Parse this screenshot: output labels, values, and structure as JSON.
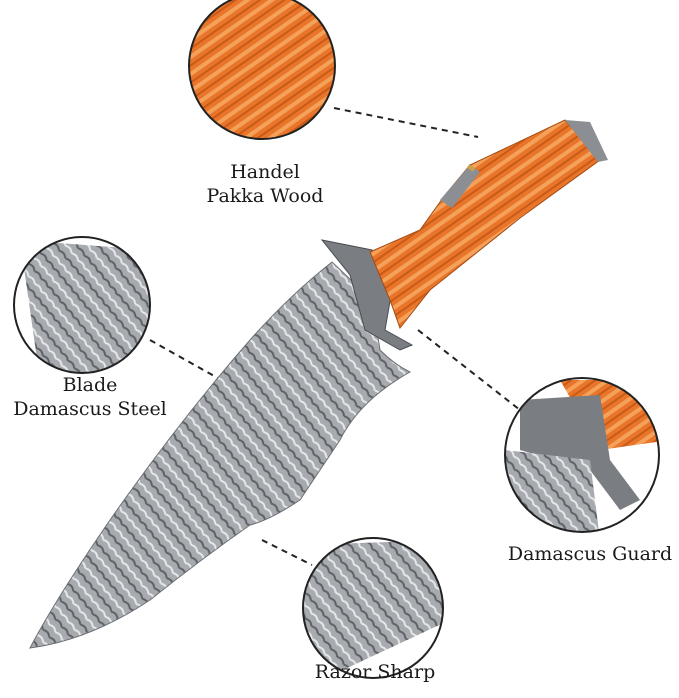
{
  "labels": {
    "handle": {
      "line1": "Handel",
      "line2": "Pakka Wood"
    },
    "blade": {
      "line1": "Blade",
      "line2": "Damascus Steel"
    },
    "guard": "Damascus Guard",
    "edge": "Razor Sharp"
  },
  "colors": {
    "wood": "#e8752a",
    "steel": "#9a9ea3",
    "brass": "#c9a24a"
  }
}
